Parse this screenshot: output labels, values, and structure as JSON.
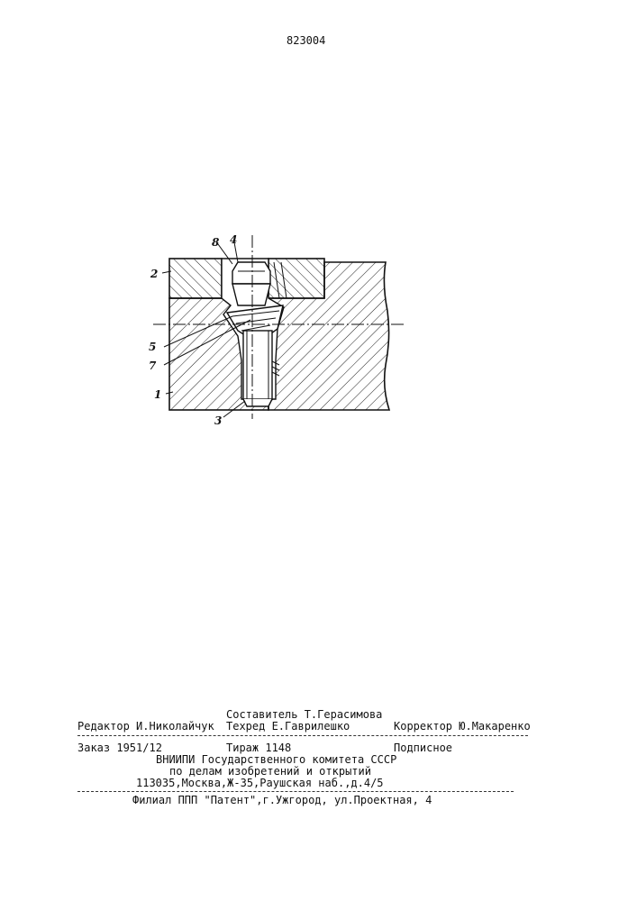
{
  "page": {
    "patent_number": "823004"
  },
  "figure": {
    "labels": {
      "l8": "8",
      "l4": "4",
      "l2": "2",
      "l5": "5",
      "l7": "7",
      "l1": "1",
      "l3": "3"
    }
  },
  "imprint": {
    "composer": "Составитель Т.Герасимова",
    "editor": "Редактор И.Николайчук",
    "techred": "Техред Е.Гаврилешко",
    "corrector": "Корректор Ю.Макаренко",
    "order": "Заказ 1951/12",
    "circulation": "Тираж 1148",
    "subscription": "Подписное",
    "org_line1": "ВНИИПИ Государственного комитета СССР",
    "org_line2": "по делам изобретений и открытий",
    "org_address": "113035,Москва,Ж-35,Раушская наб.,д.4/5",
    "branch": "Филиал ППП \"Патент\",г.Ужгород, ул.Проектная, 4"
  }
}
